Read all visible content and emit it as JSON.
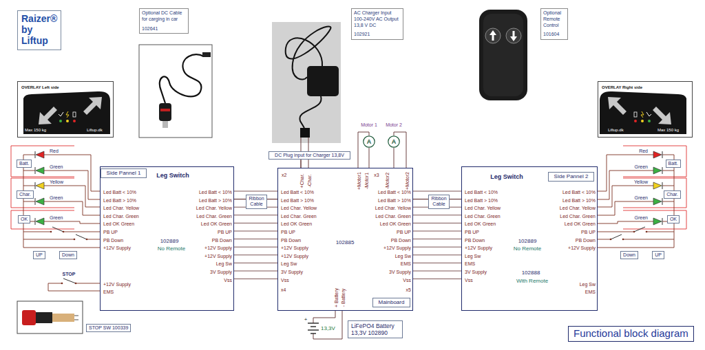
{
  "diagram": {
    "title": "Raizer® by Liftup",
    "caption": "Functional block diagram",
    "nodes": [
      {
        "text": [
          "Optional DC Cable for carging in car",
          "102641"
        ]
      },
      {
        "text": [
          "AC Charger Input 100-240V AC Output 13,8 V DC",
          "102921"
        ]
      },
      {
        "text": [
          "Optional Remote Control",
          "101604"
        ]
      },
      {
        "text": [
          "OVERLAY Left side",
          "Max 150 kg",
          "Liftup.dk"
        ]
      },
      {
        "text": [
          "OVERLAY Right side",
          "Liftup.dk",
          "Max 150 kg"
        ]
      },
      {
        "text": [
          "Motor 1",
          "A"
        ]
      },
      {
        "text": [
          "Motor 2",
          "A"
        ]
      },
      {
        "text": [
          "DC Plug input for Charger 13,8V"
        ]
      },
      {
        "text": [
          "Batt."
        ]
      },
      {
        "text": [
          "Char."
        ]
      },
      {
        "text": [
          "OK"
        ]
      },
      {
        "text": [
          "UP"
        ]
      },
      {
        "text": [
          "Down"
        ]
      },
      {
        "text": [
          "Leg Switch",
          "Led Batt < 10%",
          "Led Batt > 10%",
          "Led Char. Yellow",
          "Led Char. Green",
          "Led OK Green",
          "PB UP",
          "PB Down",
          "+12V Supply",
          "+12V Supply",
          "EMS",
          "Led Batt < 10%",
          "Led Batt > 10%",
          "Led Char. Yellow",
          "Led Char. Green",
          "Led OK Green",
          "PB UP",
          "PB Down",
          "+12V Supply",
          "+12V Supply",
          "Leg Sw",
          "3V Supply",
          "Vss",
          "102889",
          "No Remote"
        ]
      },
      {
        "text": [
          "Side Pannel 1"
        ],
        "in": 13
      },
      {
        "text": [
          "Ribbon Cable"
        ]
      },
      {
        "text": [
          "x2",
          "+Char.",
          "-Char.",
          "+Motor1",
          "-Motor1",
          "x3",
          "-Motor2",
          "+Motor2",
          "Led Batt < 10%",
          "Led Batt > 10%",
          "Led Char. Yellow",
          "Led Char. Green",
          "Led OK Green",
          "PB UP",
          "PB Down",
          "+12V Supply",
          "+12V Supply",
          "Leg Sw",
          "3V Supply",
          "Vss",
          "102885",
          "Led Batt < 10%",
          "Led Batt > 10%",
          "Led Char. Yellow",
          "Led Char. Green",
          "Led OK Green",
          "PB UP",
          "PB Down",
          "+12V Supply",
          "Leg Sw",
          "EMS",
          "3V Supply",
          "Vss",
          "x4",
          "x5",
          "+ Battery",
          "- Battery"
        ]
      },
      {
        "text": [
          "Mainboard"
        ],
        "in": 16
      },
      {
        "text": [
          "Ribbon Cable"
        ]
      },
      {
        "text": [
          "Leg Switch",
          "Led Batt < 10%",
          "Led Batt > 10%",
          "Led Char. Yellow",
          "Led Char. Green",
          "Led OK Green",
          "PB UP",
          "PB Down",
          "+12V Supply",
          "Leg Sw",
          "EMS",
          "3V Supply",
          "Vss",
          "Led Batt < 10%",
          "Led Batt > 10%",
          "Led Char. Yellow",
          "Led Char. Green",
          "Led OK Green",
          "PB UP",
          "PB Down",
          "+12V Supply",
          "Leg Sw",
          "EMS",
          "102889",
          "No Remote",
          "102888",
          "With Remote"
        ]
      },
      {
        "text": [
          "Side Pannel 2"
        ],
        "in": 19
      },
      {
        "text": [
          "Batt."
        ]
      },
      {
        "text": [
          "Char."
        ]
      },
      {
        "text": [
          "OK"
        ]
      },
      {
        "text": [
          "UP"
        ]
      },
      {
        "text": [
          "Down"
        ]
      },
      {
        "text": [
          "STOP SW 100339"
        ]
      },
      {
        "text": [
          "LiFePO4 Battery 13,3V 102890"
        ]
      }
    ],
    "edges": [
      {
        "from": 13,
        "to": 15,
        "arrow": "none"
      },
      {
        "from": 15,
        "to": 16,
        "arrow": "none"
      },
      {
        "from": 16,
        "to": 18,
        "arrow": "none"
      },
      {
        "from": 18,
        "to": 19,
        "arrow": "none"
      },
      {
        "from": 7,
        "to": 16,
        "arrow": "none"
      },
      {
        "from": 5,
        "to": 16,
        "arrow": "none"
      },
      {
        "from": 6,
        "to": 16,
        "arrow": "none"
      }
    ],
    "labels": [
      "Red",
      "Green",
      "Yellow",
      "Green",
      "Green",
      "Red",
      "Green",
      "Yellow",
      "Green",
      "Green",
      "STOP",
      "+",
      "13,3V"
    ]
  }
}
